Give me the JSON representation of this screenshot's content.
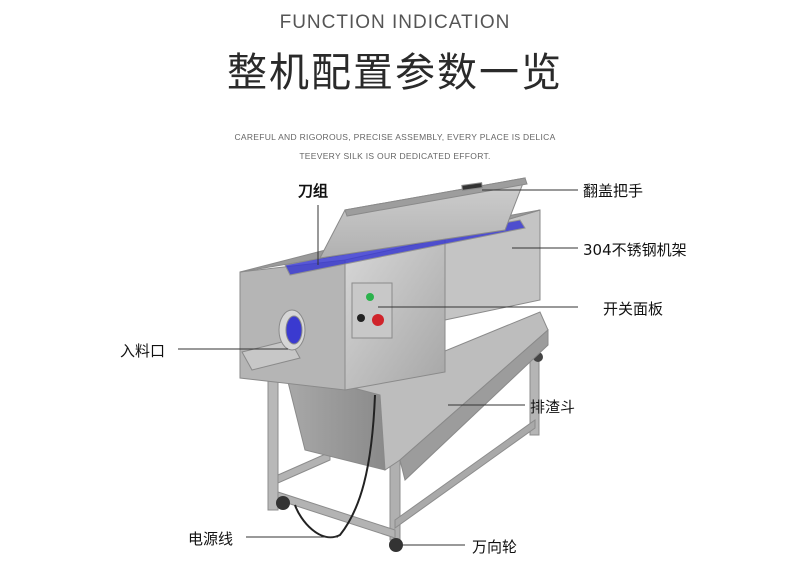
{
  "header": {
    "title_en": "FUNCTION INDICATION",
    "title_cn": "整机配置参数一览",
    "subtitle_line1": "CAREFUL AND RIGOROUS, PRECISE ASSEMBLY, EVERY PLACE IS DELICA",
    "subtitle_line2": "TEEVERY SILK IS OUR DEDICATED EFFORT."
  },
  "labels": {
    "cutter": "刀组",
    "lid_handle": "翻盖把手",
    "frame": "304不锈钢机架",
    "switch_panel": "开关面板",
    "inlet": "入料口",
    "residue_hopper": "排渣斗",
    "power_cord": "电源线",
    "caster": "万向轮"
  },
  "colors": {
    "steel_light": "#c9c9c9",
    "steel_mid": "#a9a9a9",
    "steel_dark": "#7f7f7f",
    "brush_blue": "#3a3ad0",
    "button_red": "#d0232a",
    "indicator_green": "#2bb24c"
  }
}
